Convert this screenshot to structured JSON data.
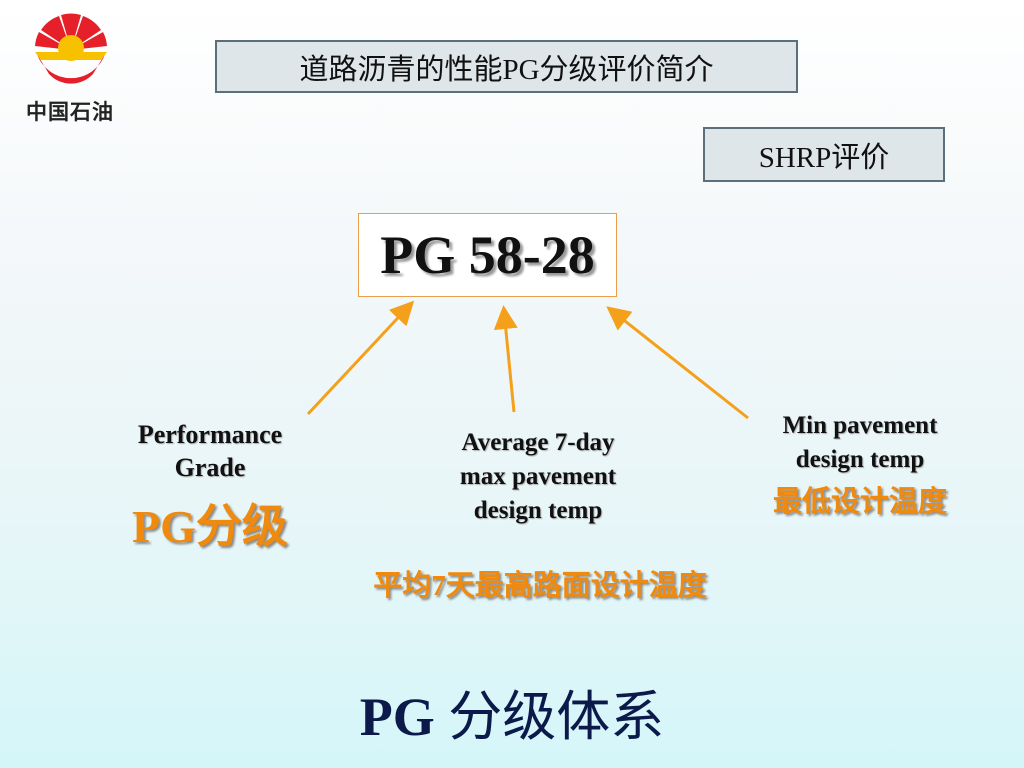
{
  "logo": {
    "text": "中国石油"
  },
  "title": "道路沥青的性能PG分级评价简介",
  "shrp_label": "SHRP评价",
  "pg_code": "PG 58-28",
  "labels": {
    "performance_grade_line1": "Performance",
    "performance_grade_line2": "Grade",
    "pg_grade_cn": "PG分级",
    "avg_line1": "Average 7-day",
    "avg_line2": "max pavement",
    "avg_line3": "design temp",
    "avg_cn": "平均7天最高路面设计温度",
    "min_line1": "Min pavement",
    "min_line2": "design temp",
    "min_cn": "最低设计温度"
  },
  "bottom": {
    "pg": "PG",
    "rest": "分级体系"
  },
  "colors": {
    "accent": "#ef8a0e",
    "logo_red": "#e5202a",
    "logo_yellow": "#f7c100",
    "title_navy": "#0b1a4a"
  }
}
